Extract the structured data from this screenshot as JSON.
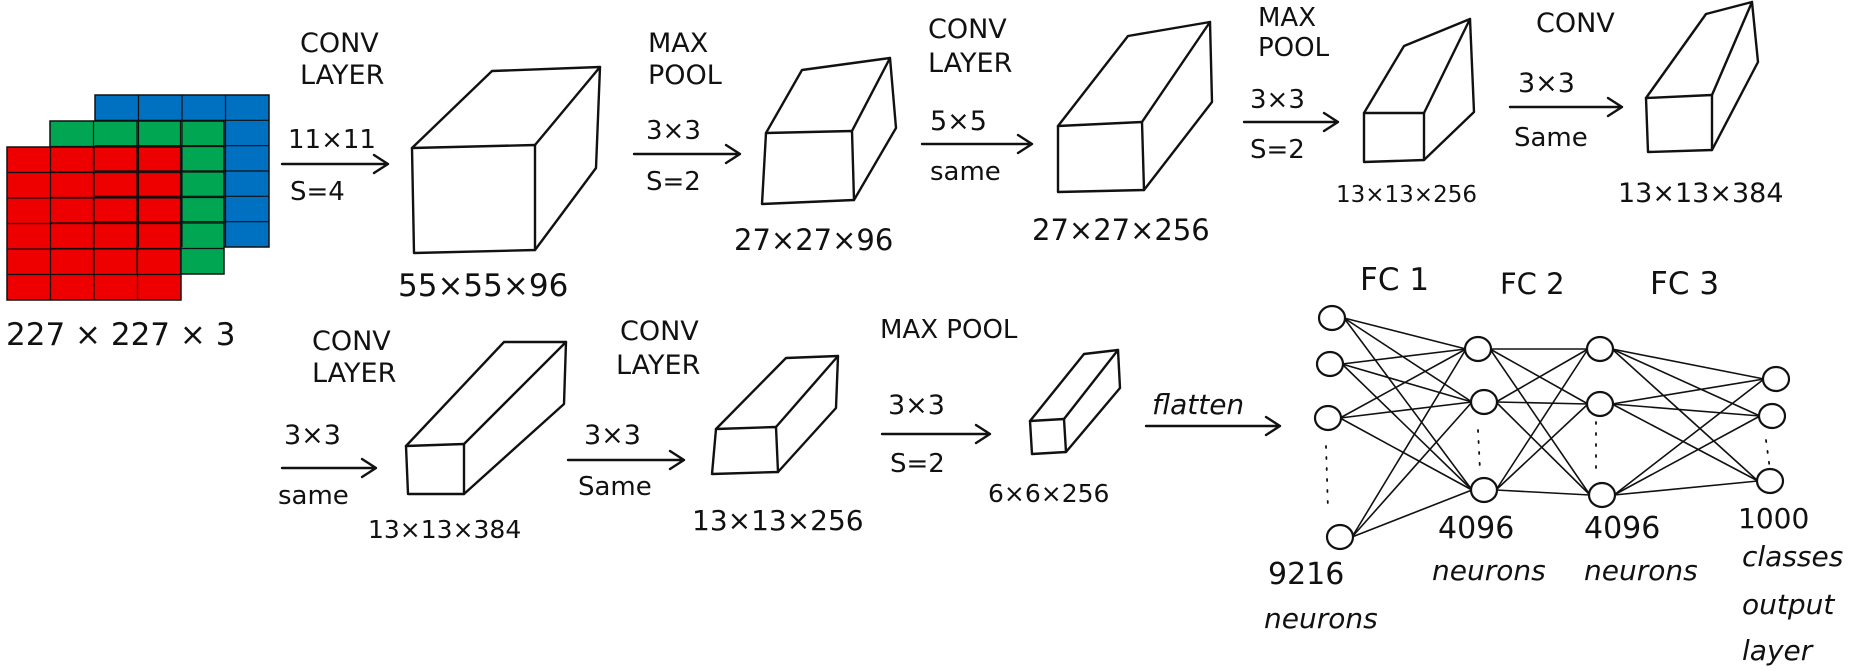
{
  "input": {
    "label": "227 × 227 × 3",
    "colors": {
      "red": "#ee0000",
      "green": "#00a651",
      "blue": "#0070c0"
    }
  },
  "row1": {
    "conv1": {
      "title_l1": "CONV",
      "title_l2": "LAYER",
      "op_l1": "11×11",
      "op_l2": "S=4",
      "size": "55×55×96"
    },
    "pool1": {
      "title_l1": "MAX",
      "title_l2": "POOL",
      "op_l1": "3×3",
      "op_l2": "S=2",
      "size": "27×27×96"
    },
    "conv2": {
      "title_l1": "CONV",
      "title_l2": "LAYER",
      "op_l1": "5×5",
      "op_l2": "same",
      "size": "27×27×256"
    },
    "pool2": {
      "title_l1": "MAX",
      "title_l2": "POOL",
      "op_l1": "3×3",
      "op_l2": "S=2",
      "size": "13×13×256"
    },
    "conv3": {
      "title_l1": "CONV",
      "op_l1": "3×3",
      "op_l2": "Same",
      "size": "13×13×384"
    }
  },
  "row2": {
    "conv4": {
      "title_l1": "CONV",
      "title_l2": "LAYER",
      "op_l1": "3×3",
      "op_l2": "same",
      "size": "13×13×384"
    },
    "conv5": {
      "title_l1": "CONV",
      "title_l2": "LAYER",
      "op_l1": "3×3",
      "op_l2": "Same",
      "size": "13×13×256"
    },
    "pool3": {
      "title_l1": "MAX POOL",
      "op_l1": "3×3",
      "op_l2": "S=2",
      "size": "6×6×256"
    },
    "flatten": {
      "label": "flatten"
    }
  },
  "fc": {
    "fc1": {
      "title": "FC 1"
    },
    "fc2": {
      "title": "FC 2"
    },
    "fc3": {
      "title": "FC 3"
    },
    "input_layer": {
      "l1": "9216",
      "l2": "neurons"
    },
    "fc1_layer": {
      "l1": "4096",
      "l2": "neurons"
    },
    "fc2_layer": {
      "l1": "4096",
      "l2": "neurons"
    },
    "output_layer": {
      "l1": "1000",
      "l2": "classes",
      "l3": "output",
      "l4": "layer"
    }
  }
}
